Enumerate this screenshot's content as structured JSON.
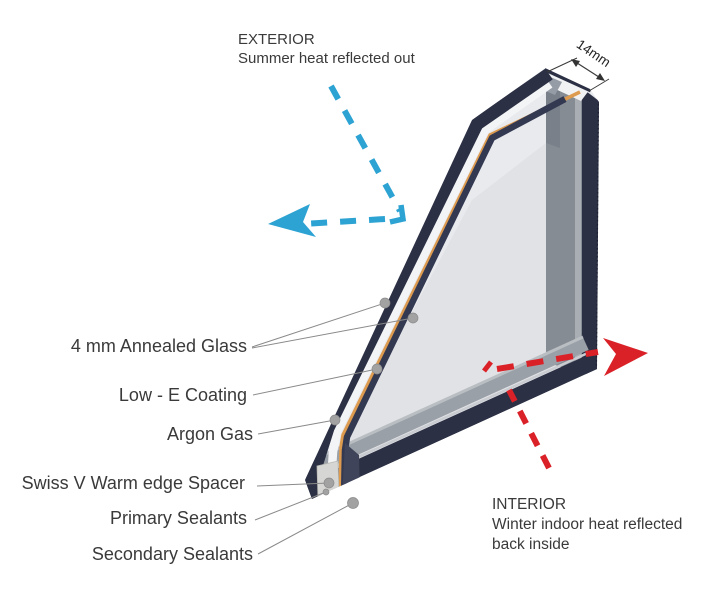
{
  "diagram": {
    "exterior": {
      "title": "EXTERIOR",
      "subtitle": "Summer heat reflected out"
    },
    "interior": {
      "title": "INTERIOR",
      "line1": "Winter indoor heat reflected",
      "line2": "back inside"
    },
    "dimension": {
      "label": "14mm"
    },
    "labels": {
      "annealed_glass": "4 mm Annealed Glass",
      "low_e_coating": "Low - E Coating",
      "argon_gas": "Argon Gas",
      "spacer": "Swiss V Warm edge Spacer",
      "primary_sealants": "Primary Sealants",
      "secondary_sealants": "Secondary Sealants"
    }
  },
  "colors": {
    "navy": "#2c3044",
    "navy2": "#343952",
    "orange": "#dd9b50",
    "blue_arrow": "#2da3d3",
    "red_arrow": "#da2128",
    "glass_face": "#e9eaed",
    "glass_gap": "#f3f4f6",
    "strip_gray": "#868c94",
    "spacer_gray": "#9aa0a7",
    "leader_line": "#8a8a8a",
    "callout_dot": "#a2a2a2",
    "text": "#3a3a3a"
  }
}
